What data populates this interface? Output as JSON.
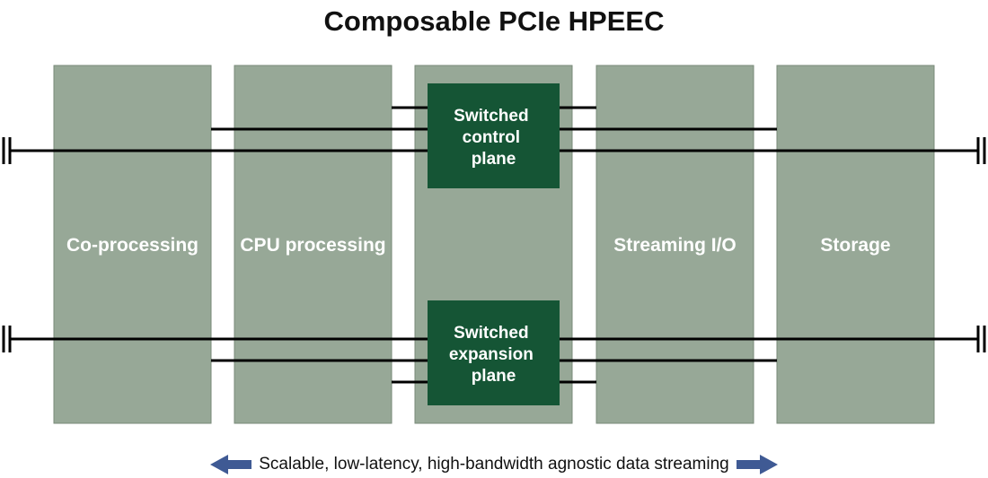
{
  "title": "Composable PCIe HPEEC",
  "columns": [
    {
      "label": "Co-processing"
    },
    {
      "label": "CPU processing"
    },
    {
      "label": ""
    },
    {
      "label": "Streaming I/O"
    },
    {
      "label": "Storage"
    }
  ],
  "planes": {
    "control": [
      "Switched",
      "control",
      "plane"
    ],
    "expansion": [
      "Switched",
      "expansion",
      "plane"
    ]
  },
  "caption": "Scalable, low-latency, high-bandwidth agnostic data streaming",
  "icons": {
    "left_arrow": "arrow-left-icon",
    "right_arrow": "arrow-right-icon",
    "bus_terminator": "bus-end-cap-icon"
  },
  "colors": {
    "column_fill": "#97a897",
    "column_stroke": "#7a8a7a",
    "plane_fill": "#155535",
    "bus_line": "#000000",
    "arrow": "#3f5a94",
    "text_dark": "#111111"
  }
}
